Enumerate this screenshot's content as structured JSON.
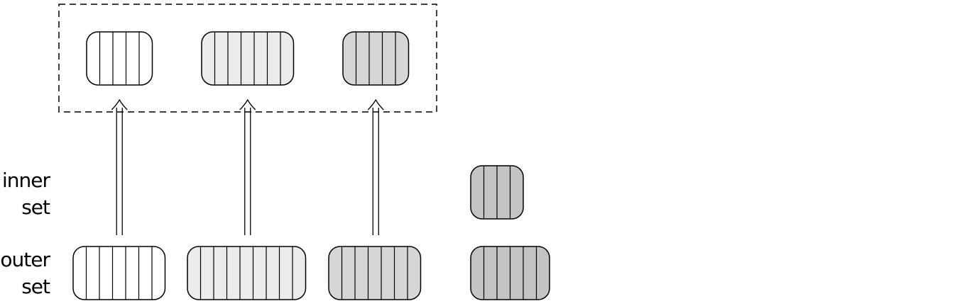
{
  "labels": {
    "inner": [
      "inner",
      "set"
    ],
    "outer": [
      "outer",
      "set"
    ]
  },
  "colors": {
    "white": "#ffffff",
    "light_gray": "#ebebeb",
    "mid_gray": "#d6d6d6",
    "dark_gray": "#c4c4c4",
    "stroke": "#000000"
  },
  "blocks": {
    "top": [
      {
        "name": "top-block-white",
        "color": "white",
        "stripes": 5
      },
      {
        "name": "top-block-light",
        "color": "light_gray",
        "stripes": 7
      },
      {
        "name": "top-block-mid",
        "color": "mid_gray",
        "stripes": 5
      }
    ],
    "inner": [
      {
        "name": "inner-block-dark",
        "color": "dark_gray",
        "stripes": 4
      }
    ],
    "outer": [
      {
        "name": "outer-block-white",
        "color": "white",
        "stripes": 7
      },
      {
        "name": "outer-block-light",
        "color": "light_gray",
        "stripes": 9
      },
      {
        "name": "outer-block-mid",
        "color": "mid_gray",
        "stripes": 7
      },
      {
        "name": "outer-block-dark",
        "color": "dark_gray",
        "stripes": 6
      }
    ]
  },
  "arrows": [
    {
      "from": "outer-block-white",
      "to": "top-block-white"
    },
    {
      "from": "outer-block-light",
      "to": "top-block-light"
    },
    {
      "from": "outer-block-mid",
      "to": "top-block-mid"
    }
  ]
}
